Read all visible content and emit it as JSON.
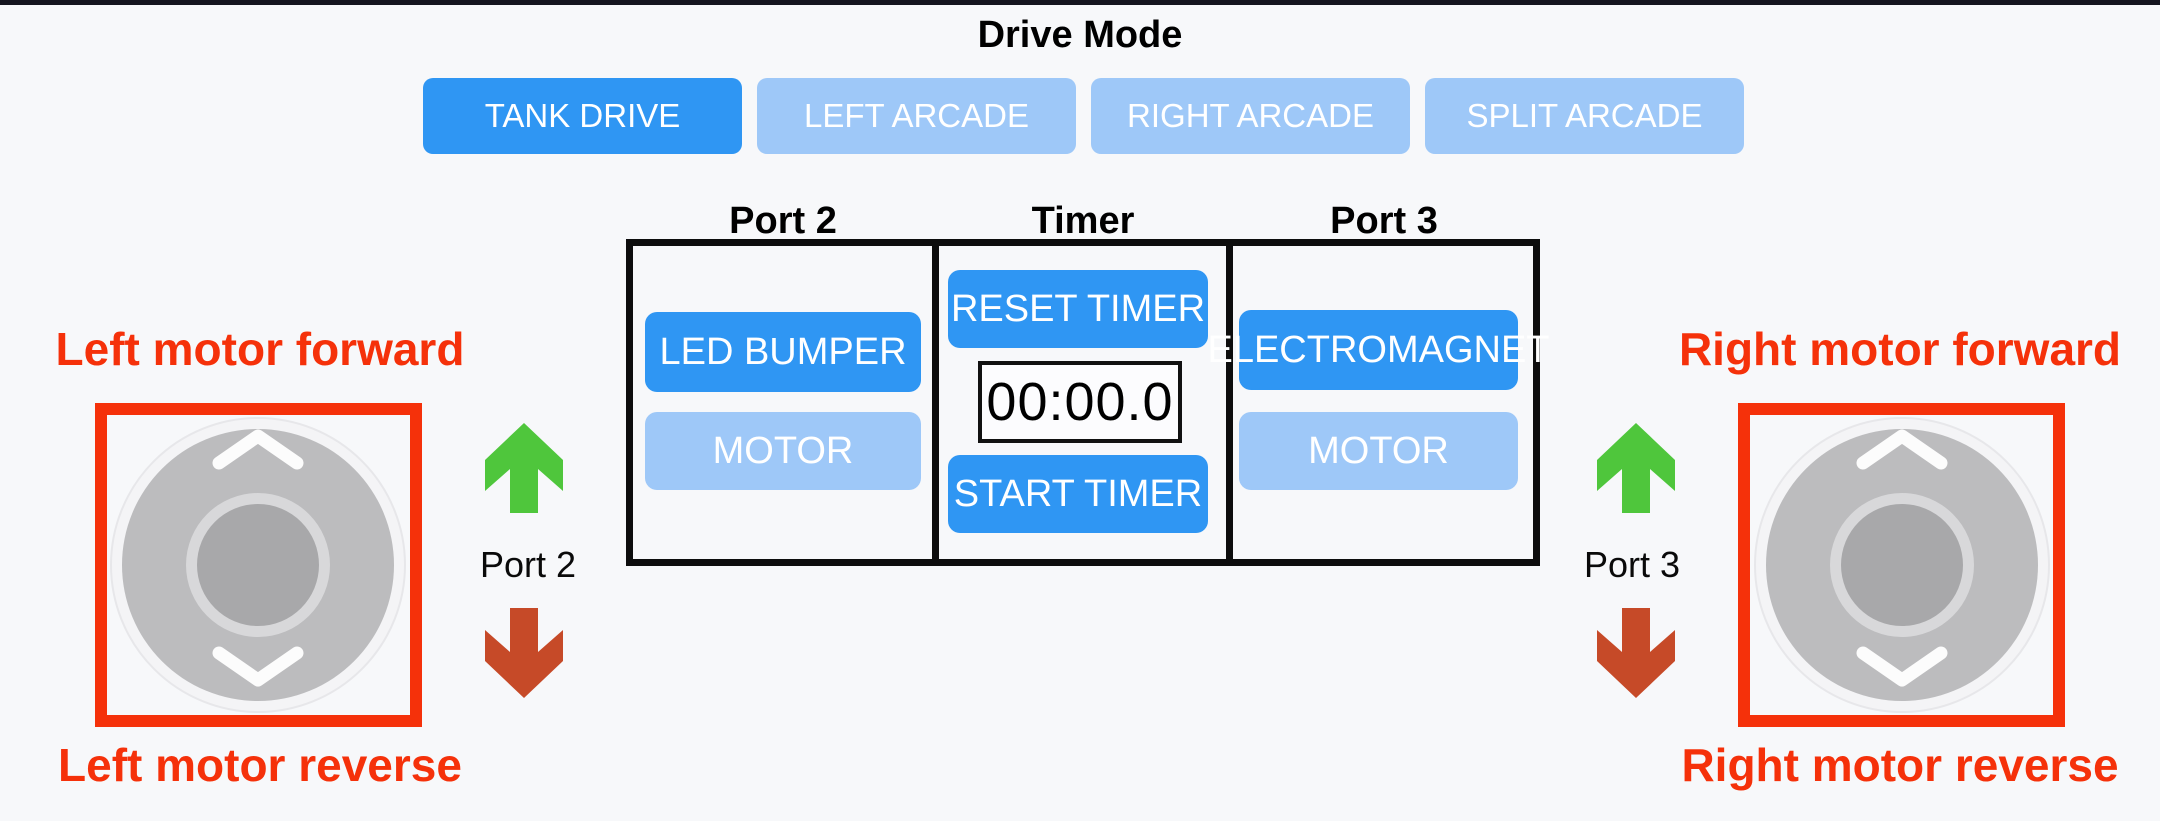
{
  "app": {
    "background_color": "#f7f8fa",
    "top_bar_color": "#15151f"
  },
  "colors": {
    "active_blue": "#2f96f3",
    "inactive_blue": "#9ec8f8",
    "annotation_red": "#f5310a",
    "arrow_green": "#4fc63c",
    "arrow_dark_red": "#c64a28",
    "table_border": "#0d0d0d",
    "joystick_pad_gray": "#bcbcbe",
    "joystick_knob_gray": "#a8a8aa"
  },
  "drive_mode": {
    "title": "Drive Mode",
    "buttons": [
      {
        "label": "TANK DRIVE",
        "active": true
      },
      {
        "label": "LEFT ARCADE",
        "active": false
      },
      {
        "label": "RIGHT ARCADE",
        "active": false
      },
      {
        "label": "SPLIT ARCADE",
        "active": false
      }
    ]
  },
  "control_table": {
    "columns": [
      {
        "header": "Port 2",
        "buttons": [
          {
            "label": "LED BUMPER",
            "state": "active"
          },
          {
            "label": "MOTOR",
            "state": "inactive"
          }
        ]
      },
      {
        "header": "Timer",
        "reset_label": "RESET TIMER",
        "display_value": "00:00.0",
        "start_label": "START TIMER"
      },
      {
        "header": "Port 3",
        "buttons": [
          {
            "label": "ELECTROMAGNET",
            "state": "active"
          },
          {
            "label": "MOTOR",
            "state": "inactive"
          }
        ]
      }
    ]
  },
  "left_control": {
    "forward_label": "Left motor forward",
    "reverse_label": "Left motor reverse",
    "port_label": "Port 2"
  },
  "right_control": {
    "forward_label": "Right motor forward",
    "reverse_label": "Right motor reverse",
    "port_label": "Port 3"
  },
  "icons": {
    "joystick_up": "chevron-up-icon",
    "joystick_down": "chevron-down-icon",
    "forward": "green-up-arrow-icon",
    "reverse": "red-down-arrow-icon"
  }
}
